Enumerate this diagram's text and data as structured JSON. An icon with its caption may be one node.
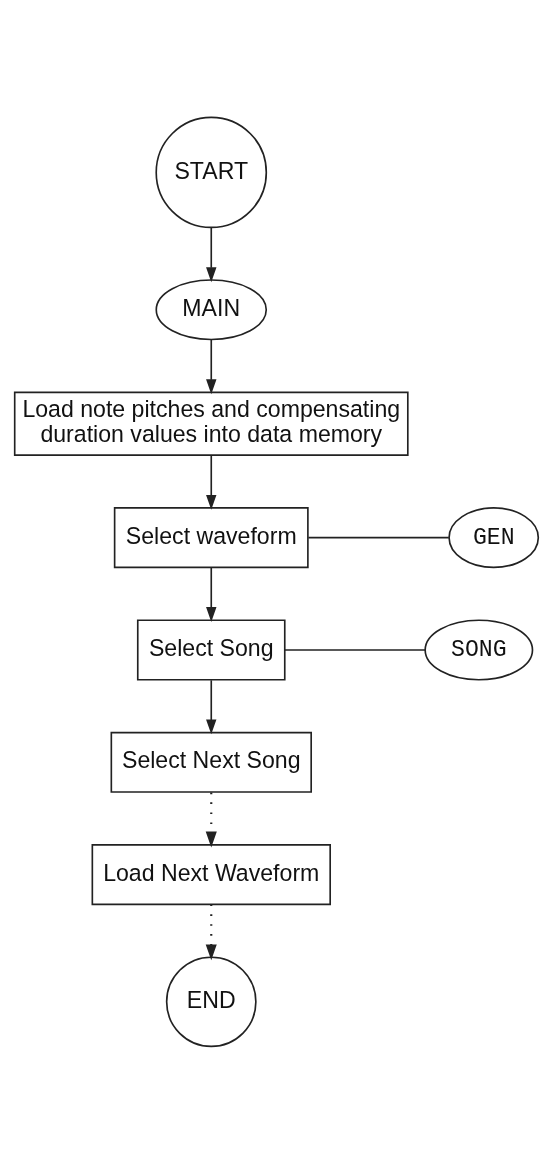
{
  "diagram": {
    "nodes": [
      {
        "text": [
          "START"
        ]
      },
      {
        "text": [
          "MAIN"
        ]
      },
      {
        "text": [
          "Load note pitches and compensating duration values into data memory"
        ]
      },
      {
        "text": [
          "Select waveform"
        ]
      },
      {
        "text": [
          "GEN"
        ]
      },
      {
        "text": [
          "Select Song"
        ]
      },
      {
        "text": [
          "SONG"
        ]
      },
      {
        "text": [
          "Select Next Song"
        ]
      },
      {
        "text": [
          "Load Next Waveform"
        ]
      },
      {
        "text": [
          "END"
        ]
      }
    ],
    "edges": [
      {
        "from": 0,
        "to": 1,
        "arrow": "to"
      },
      {
        "from": 1,
        "to": 2,
        "arrow": "to"
      },
      {
        "from": 2,
        "to": 3,
        "arrow": "to"
      },
      {
        "from": 3,
        "to": 4,
        "arrow": "none"
      },
      {
        "from": 3,
        "to": 5,
        "arrow": "to"
      },
      {
        "from": 5,
        "to": 6,
        "arrow": "none"
      },
      {
        "from": 5,
        "to": 7,
        "arrow": "to"
      },
      {
        "from": 7,
        "to": 8,
        "arrow": "to",
        "style": "dashed"
      },
      {
        "from": 8,
        "to": 9,
        "arrow": "to",
        "style": "dashed"
      }
    ]
  }
}
